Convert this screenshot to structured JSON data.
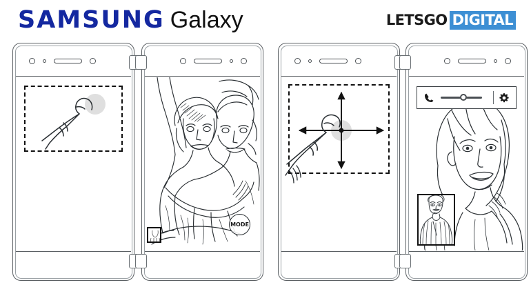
{
  "header": {
    "samsung_brand": "SAMSUNG",
    "galaxy_brand": "Galaxy",
    "watermark_dark": "LETSGO",
    "watermark_light": "DIGITAL",
    "brand_blue": "#1428a0",
    "watermark_blue": "#3d8fd4"
  },
  "panels": [
    {
      "id": "panel-1",
      "caption": "tap-gesture-on-upper-screen-region",
      "bezel_layout": "sensors-left",
      "sensors": [
        "camera",
        "proximity-dot",
        "earpiece-speaker",
        "camera"
      ],
      "screen_content": "dashed-region-with-tap-finger",
      "gesture": "single-tap",
      "tabs": [
        "top-right",
        "bottom-right"
      ]
    },
    {
      "id": "panel-2",
      "caption": "selfie-camera-preview-two-people",
      "bezel_layout": "sensors-right",
      "sensors": [
        "camera",
        "earpiece-speaker",
        "proximity-dot",
        "camera"
      ],
      "screen_content": "line-art-selfie-photo",
      "mode_button_label": "MODE",
      "thumbnail": "previous-shot-thumbnail",
      "tabs": [
        "top-left",
        "bottom-left"
      ]
    },
    {
      "id": "panel-3",
      "caption": "four-direction-drag-gesture",
      "bezel_layout": "sensors-left",
      "sensors": [
        "camera",
        "proximity-dot",
        "earpiece-speaker",
        "camera"
      ],
      "screen_content": "dashed-square-with-four-way-arrows",
      "gesture": "drag-four-directions",
      "tabs": [
        "top-right",
        "bottom-right"
      ]
    },
    {
      "id": "panel-4",
      "caption": "video-call-screen-with-picture-in-picture",
      "bezel_layout": "sensors-right",
      "sensors": [
        "camera",
        "earpiece-speaker",
        "proximity-dot",
        "camera"
      ],
      "screen_content": "line-art-video-call-portrait",
      "toolbar": {
        "call_icon": "phone-handset-icon",
        "slider_value_percent": 55,
        "settings_icon": "gear-icon"
      },
      "pip": "self-view-thumbnail-man",
      "tabs": [
        "top-left",
        "bottom-left"
      ]
    }
  ]
}
